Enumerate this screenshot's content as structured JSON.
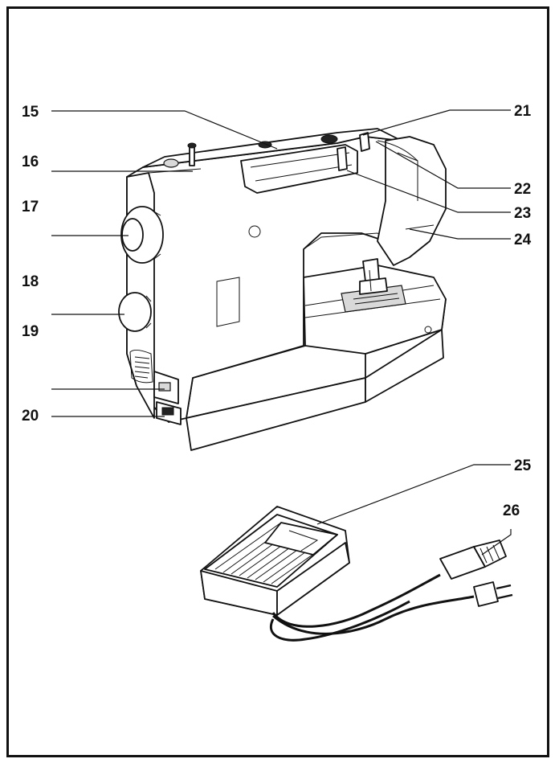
{
  "callouts": [
    {
      "id": "15",
      "text": "15"
    },
    {
      "id": "16",
      "text": "16"
    },
    {
      "id": "17",
      "text": "17"
    },
    {
      "id": "18",
      "text": "18"
    },
    {
      "id": "19",
      "text": "19"
    },
    {
      "id": "20",
      "text": "20"
    },
    {
      "id": "21",
      "text": "21"
    },
    {
      "id": "22",
      "text": "22"
    },
    {
      "id": "23",
      "text": "23"
    },
    {
      "id": "24",
      "text": "24"
    },
    {
      "id": "25",
      "text": "25"
    },
    {
      "id": "26",
      "text": "26"
    }
  ],
  "colors": {
    "ink": "#111111",
    "paper": "#ffffff"
  }
}
